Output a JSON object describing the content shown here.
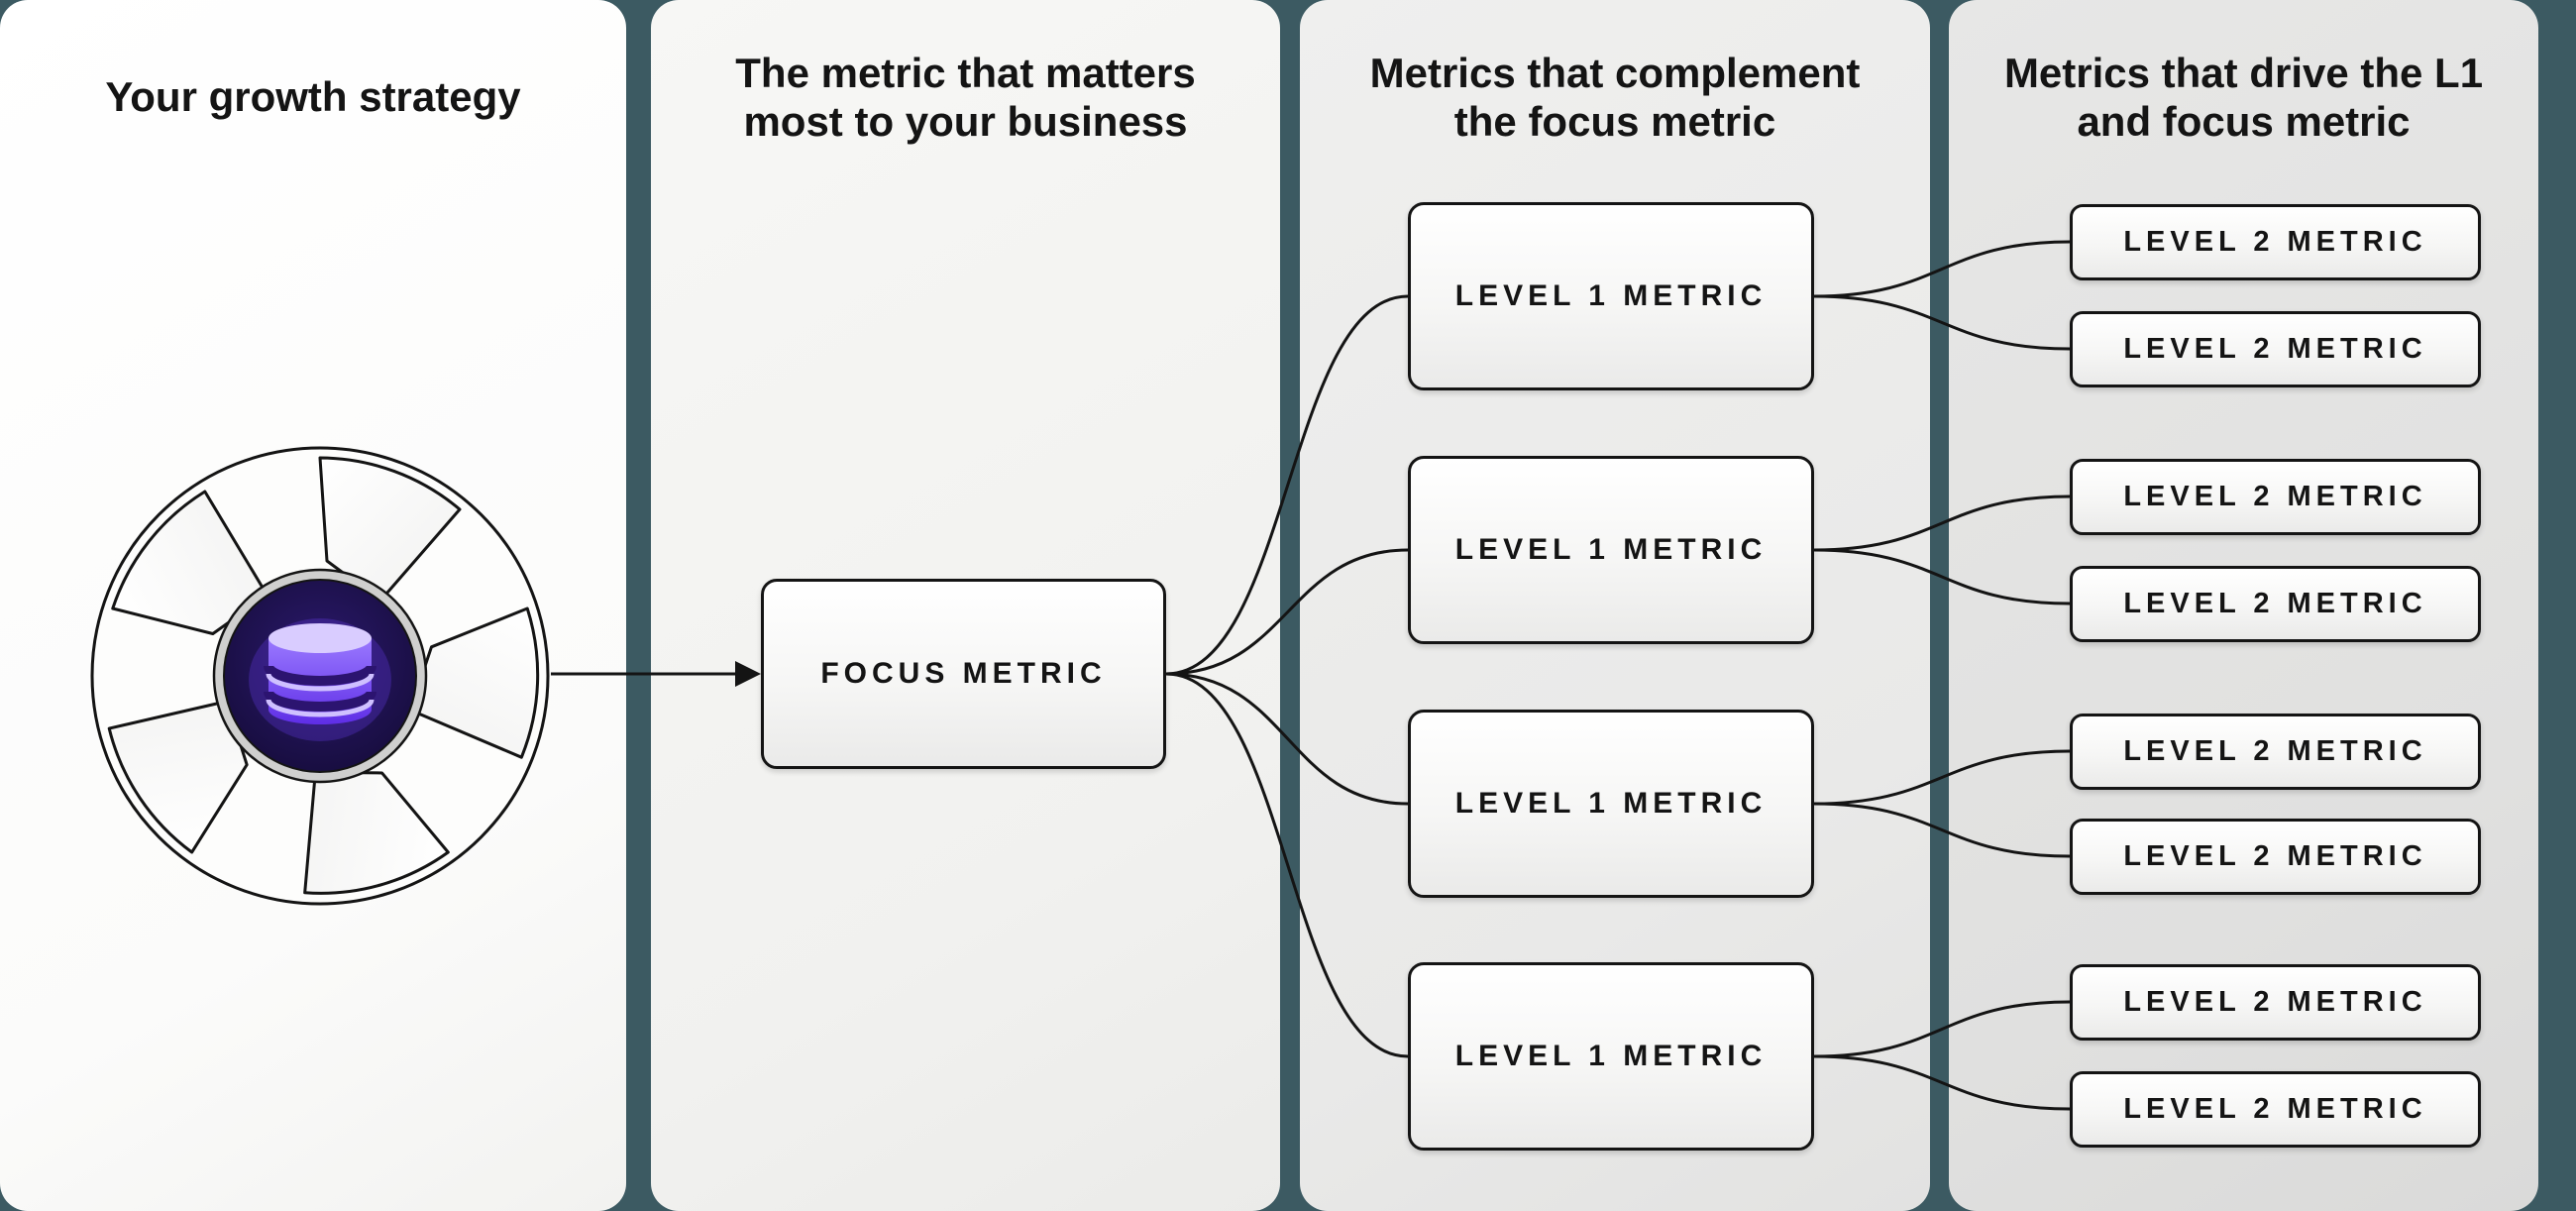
{
  "colors": {
    "bg": "#3c5a62",
    "ink": "#141414",
    "panel1": "#fbfbfa",
    "panel2": "#f1f1ef",
    "panel3": "#e9e9e8",
    "panel4": "#e0e0df",
    "accent_purple": "#6d3df5",
    "db_light": "#d9ccff",
    "center_dark": "#1c0f4d"
  },
  "panels": [
    {
      "title": "Your growth strategy",
      "nodes": []
    },
    {
      "title": "The metric that matters most to your business",
      "nodes": [
        "FOCUS METRIC"
      ]
    },
    {
      "title": "Metrics that complement the focus metric",
      "nodes": [
        "LEVEL 1 METRIC",
        "LEVEL 1 METRIC",
        "LEVEL 1 METRIC",
        "LEVEL 1 METRIC"
      ]
    },
    {
      "title": "Metrics that drive the L1 and focus metric",
      "nodes": [
        "LEVEL 2 METRIC",
        "LEVEL 2 METRIC",
        "LEVEL 2 METRIC",
        "LEVEL 2 METRIC",
        "LEVEL 2 METRIC",
        "LEVEL 2 METRIC",
        "LEVEL 2 METRIC",
        "LEVEL 2 METRIC"
      ]
    }
  ],
  "icons": {
    "flywheel": "flywheel-icon",
    "database": "database-icon"
  }
}
